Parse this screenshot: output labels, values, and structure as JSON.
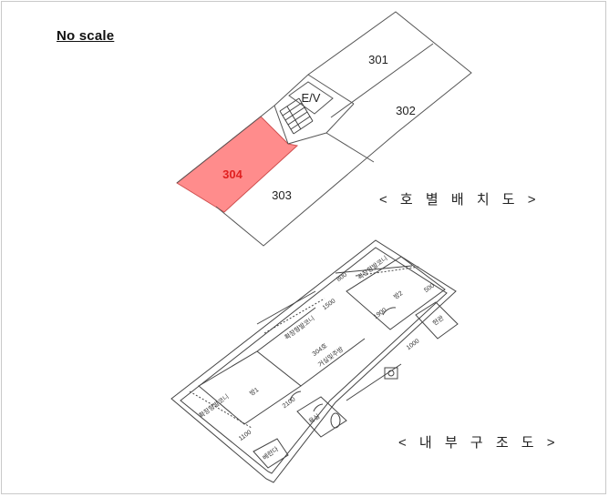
{
  "scale_note": "No scale",
  "floor_layout": {
    "caption": "< 호 별 배 치 도 >",
    "units": {
      "u301": "301",
      "u302": "302",
      "u303": "303",
      "u304": "304",
      "elevator": "E/V"
    },
    "highlight_color": "#ff8c8c",
    "highlighted_unit": "304"
  },
  "interior_plan": {
    "caption": "< 내 부 구 조 도 >",
    "labels": {
      "unit_name": "304호",
      "living_kitchen": "거실및주방",
      "room1": "방1",
      "room2": "방2",
      "entrance": "현관",
      "bathroom": "욕실",
      "veranda": "베란다",
      "balcony_top": "확장형발코니",
      "balcony_mid": "확장형발코니",
      "balcony_bottom": "확장형발코니"
    },
    "dimensions": {
      "d1900": "1900",
      "d500": "500",
      "d800": "800",
      "d1500": "1500",
      "d2100": "2100",
      "d1100": "1100",
      "d1000": "1000"
    }
  }
}
